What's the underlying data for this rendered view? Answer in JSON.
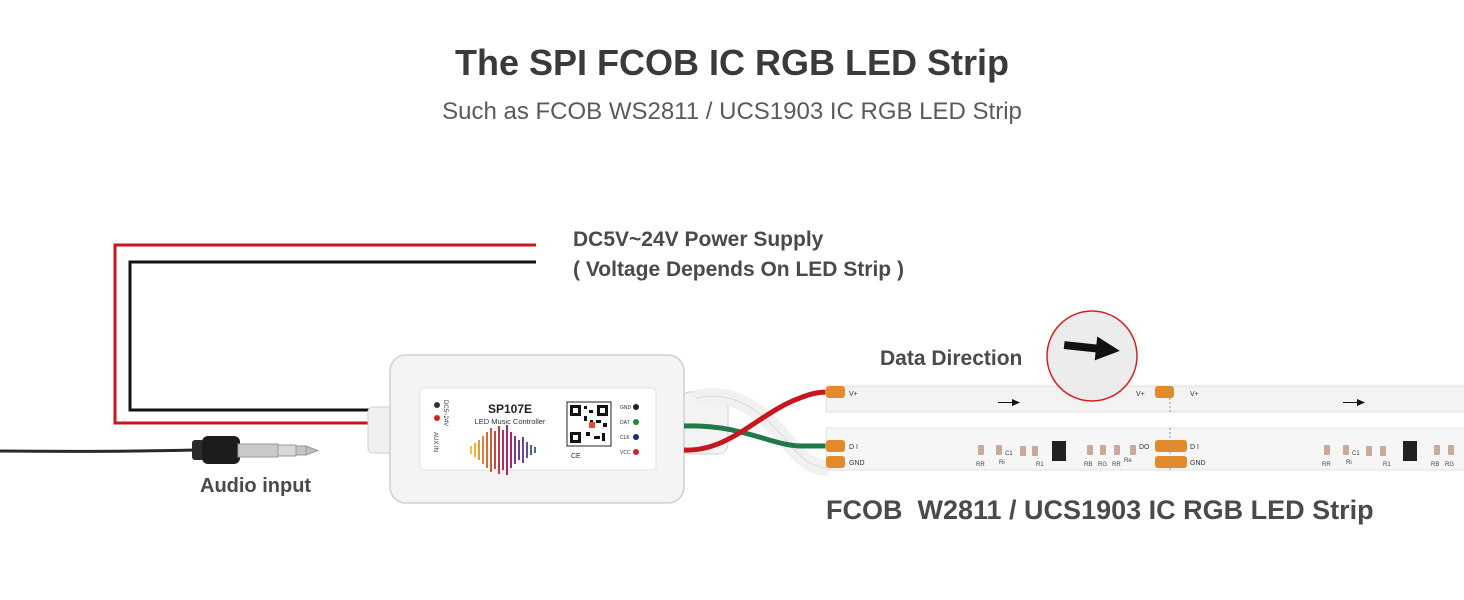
{
  "header": {
    "title": "The SPI FCOB IC RGB LED Strip",
    "subtitle": "Such as FCOB WS2811 / UCS1903 IC RGB LED Strip"
  },
  "power": {
    "line1": "DC5V~24V Power Supply",
    "line2": "( Voltage Depends On LED Strip )"
  },
  "direction_label": "Data Direction",
  "audio_label": "Audio input",
  "strip_label": "FCOB  W2811 / UCS1903 IC RGB LED Strip",
  "controller": {
    "model": "SP107E",
    "name": "LED Music Controller",
    "voltage": "DC5~24V",
    "aux": "AUX IN",
    "ports": [
      "GND",
      "DAT",
      "CLK",
      "VCC"
    ],
    "cert": "CE"
  },
  "strip": {
    "pads": [
      "V+",
      "D I",
      "GND",
      "DO"
    ],
    "components": [
      "RR",
      "Ri",
      "C1",
      "R1",
      "RB",
      "RG",
      "RR",
      "Re"
    ]
  },
  "colors": {
    "red_wire": "#c8161d",
    "black_wire": "#111111",
    "green_wire": "#1f7a48",
    "pad_orange": "#e38a2a"
  }
}
